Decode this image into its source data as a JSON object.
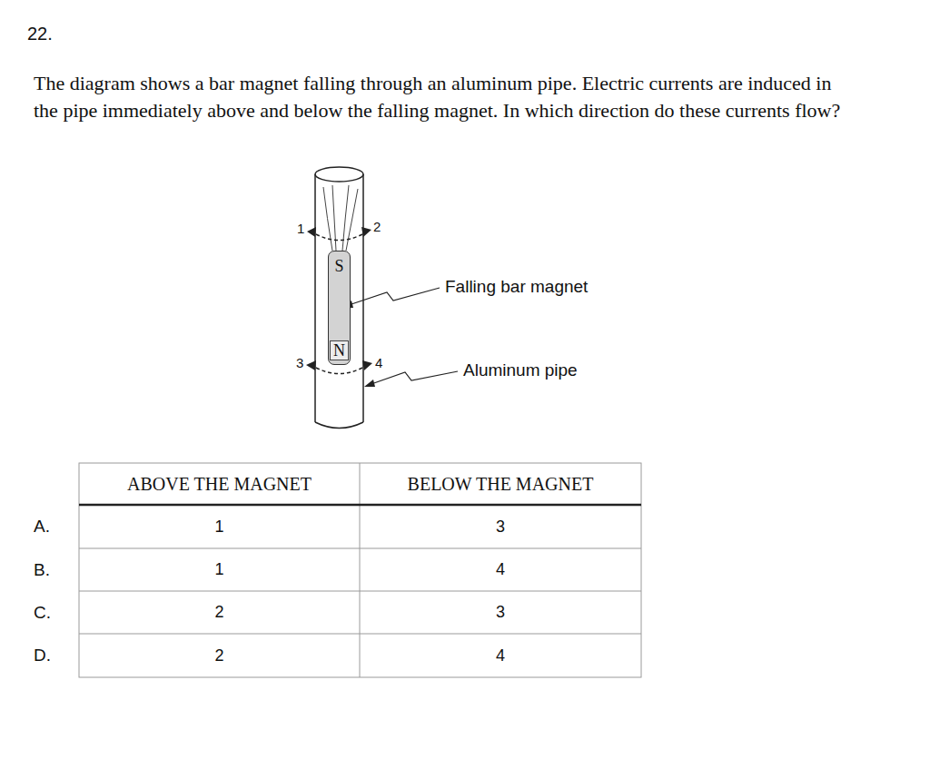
{
  "diagram": {
    "nodes": [
      {
        "text": [
          "S",
          "N"
        ]
      }
    ],
    "labels": [
      "22.",
      "The diagram shows a bar magnet falling through an aluminum pipe.  Electric currents are induced in the pipe immediately above and below the falling magnet.  In which direction do these currents flow?",
      "1",
      "2",
      "3",
      "4",
      "Falling bar magnet",
      "Aluminum pipe",
      "ABOVE THE MAGNET",
      "BELOW THE MAGNET",
      "A.",
      "1",
      "3",
      "B.",
      "1",
      "4",
      "C.",
      "2",
      "3",
      "D.",
      "2",
      "4"
    ]
  }
}
